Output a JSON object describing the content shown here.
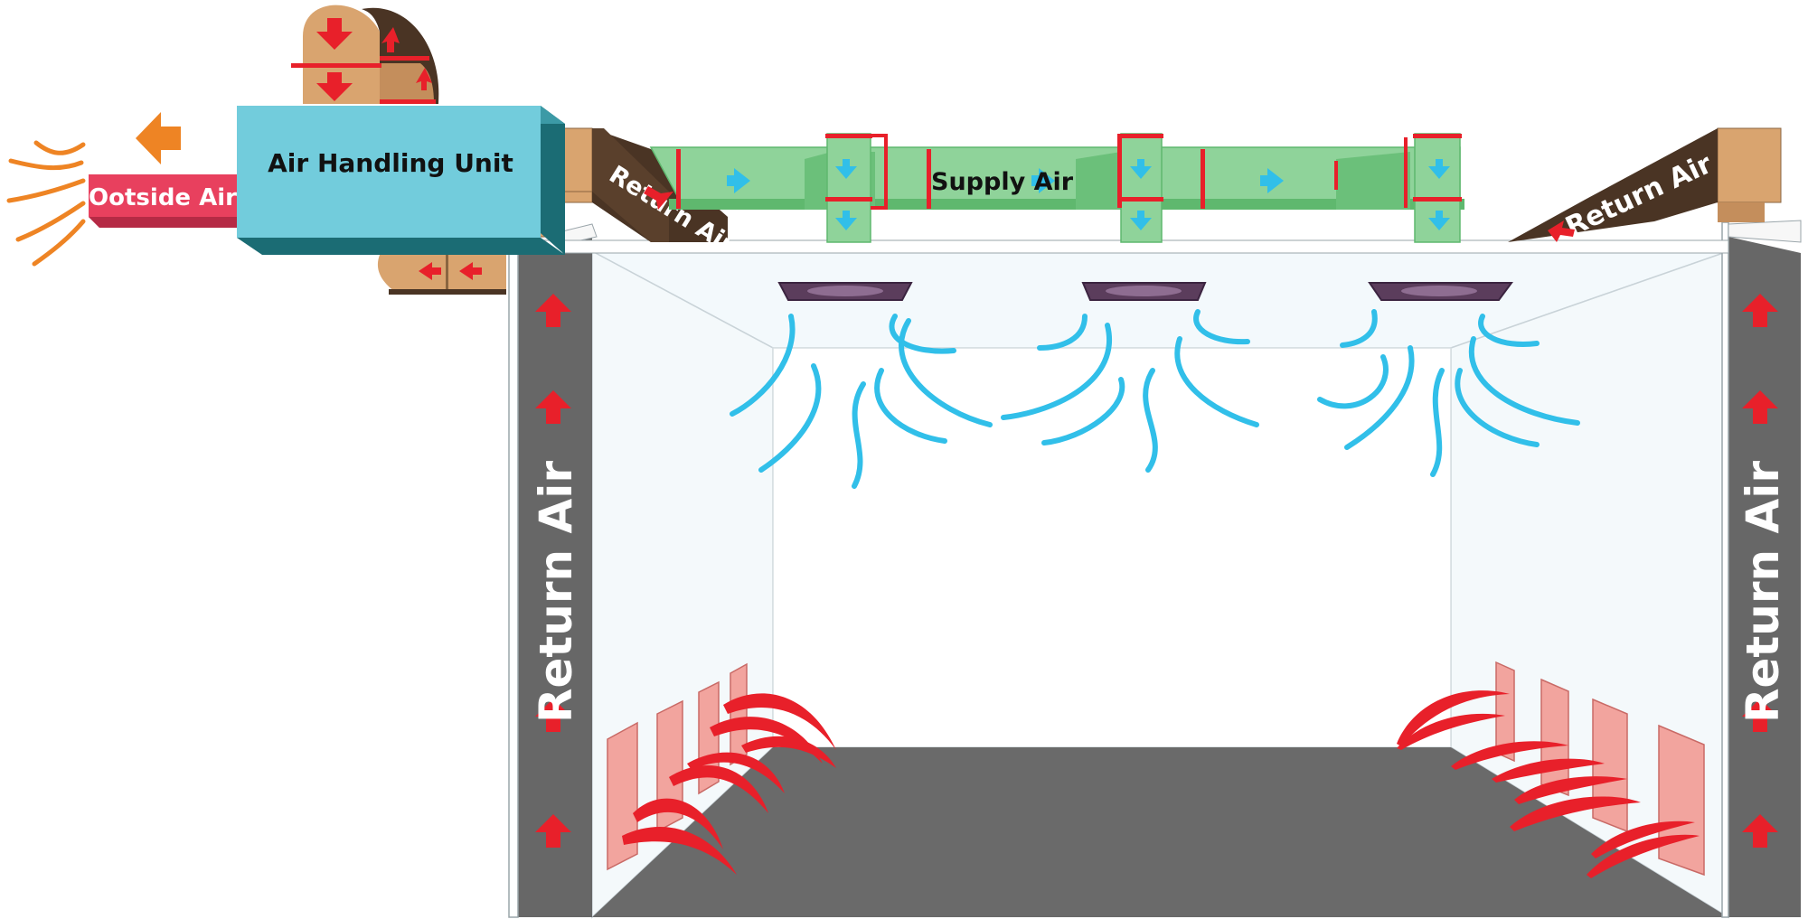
{
  "labels": {
    "outside_air": "Ootside Air",
    "air_handling_unit": "Air Handling Unit",
    "supply_air": "Supply Air",
    "return_air_left_duct": "Return Air",
    "return_air_right_duct": "Return Air",
    "return_air_left_wall": "Return Air",
    "return_air_right_wall": "Return Air"
  },
  "colors": {
    "outside_air": "#e8405e",
    "exhaust_arrow": "#ee8424",
    "ahu_face": "#72ccdc",
    "ahu_shade": "#1b6c74",
    "supply_duct": "#8fd39a",
    "supply_duct_dark": "#5fb86e",
    "cardboard_duct": "#d9a46f",
    "dark_brown": "#4a3424",
    "wall_gray": "#676767",
    "floor_gray": "#6a6a6a",
    "cool_air": "#31bfe9",
    "warm_air": "#e8202a",
    "heater_panel": "#f2a49e",
    "arrow_red": "#e8202a"
  },
  "icons": {
    "air_flow_arrow": "arrow-icon",
    "cool_air_stream": "airflow-swirl-icon",
    "warm_air_stream": "heat-flame-icon",
    "ceiling_diffuser": "ceiling-diffuser-icon"
  }
}
